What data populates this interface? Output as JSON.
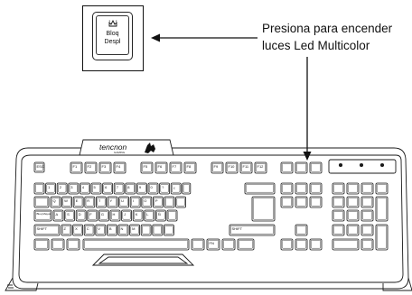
{
  "callout": {
    "line1": "Presiona para encender",
    "line2": "luces Led Multicolor"
  },
  "inset_key": {
    "line1": "Bloq",
    "line2": "Despl",
    "icon": "crown-led-icon"
  },
  "keyboard": {
    "brand": "tencnon",
    "brand_sub": "GAMING",
    "rows": {
      "fn": [
        "ESC",
        "F1",
        "F2",
        "F3",
        "F4",
        "F5",
        "F6",
        "F7",
        "F8",
        "F9",
        "F10",
        "F11",
        "F12"
      ],
      "number": [
        "1",
        "2",
        "3",
        "4",
        "5",
        "6",
        "7",
        "8",
        "9",
        "0",
        "?",
        "¿"
      ],
      "qwerty": [
        "Q",
        "W",
        "E",
        "R",
        "T",
        "Y",
        "U",
        "I",
        "O",
        "P"
      ],
      "home": [
        "A",
        "S",
        "D",
        "F",
        "G",
        "H",
        "J",
        "K",
        "L",
        "Ñ"
      ],
      "bottom_letters": [
        "Z",
        "X",
        "C",
        "V",
        "B",
        "N",
        "M"
      ]
    },
    "labels": {
      "caps": "Bloq Mayus",
      "shift_left": "SHIFT",
      "shift_right": "SHIFT",
      "fn": "FN"
    }
  },
  "colors": {
    "line": "#1a1a1a",
    "background": "#ffffff"
  }
}
